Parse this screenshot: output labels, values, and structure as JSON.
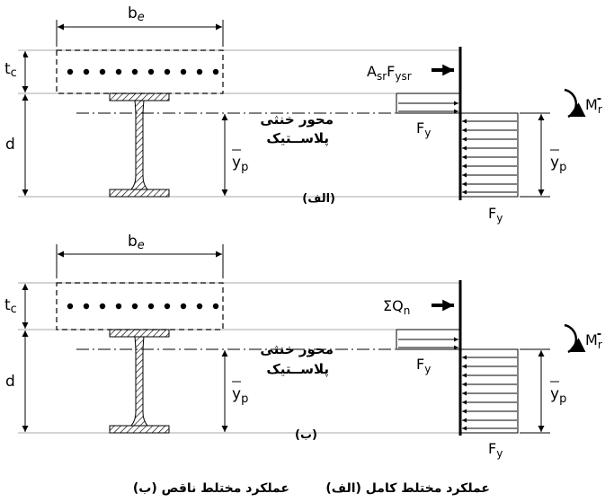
{
  "panel_a": {
    "be": "b",
    "be_sub": "e",
    "tc": "t",
    "tc_sub": "c",
    "d": "d",
    "yp": "y",
    "yp_sub": "p",
    "axis_line1": "محور خنثی",
    "axis_line2": "پلاســتیک",
    "force_label_A": "A",
    "force_label_sr": "sr",
    "force_label_F": "F",
    "force_label_ysr": "ysr",
    "fy_upper": "F",
    "fy_upper_sub": "y",
    "fy_lower": "F",
    "fy_lower_sub": "y",
    "moment": "M",
    "moment_sub": "r",
    "moment_sup": "-",
    "yp_right": "y",
    "yp_right_sub": "p",
    "tag": "(الف)"
  },
  "panel_b": {
    "be": "b",
    "be_sub": "e",
    "tc": "t",
    "tc_sub": "c",
    "d": "d",
    "yp": "y",
    "yp_sub": "p",
    "axis_line1": "محور خنثی",
    "axis_line2": "پلاســتیک",
    "force_sigma": "ΣQ",
    "force_sub": "n",
    "fy_upper": "F",
    "fy_upper_sub": "y",
    "fy_lower": "F",
    "fy_lower_sub": "y",
    "moment": "M",
    "moment_sub": "r",
    "moment_sup": "-",
    "yp_right": "y",
    "yp_right_sub": "p",
    "tag": "(ب)"
  },
  "caption": {
    "full": "(الف) عملکرد مختلط کامل",
    "partial": "(ب) عملکرد مختلط ناقص"
  },
  "colors": {
    "ink": "#000000",
    "hatch": "#000000",
    "background": "#ffffff"
  }
}
